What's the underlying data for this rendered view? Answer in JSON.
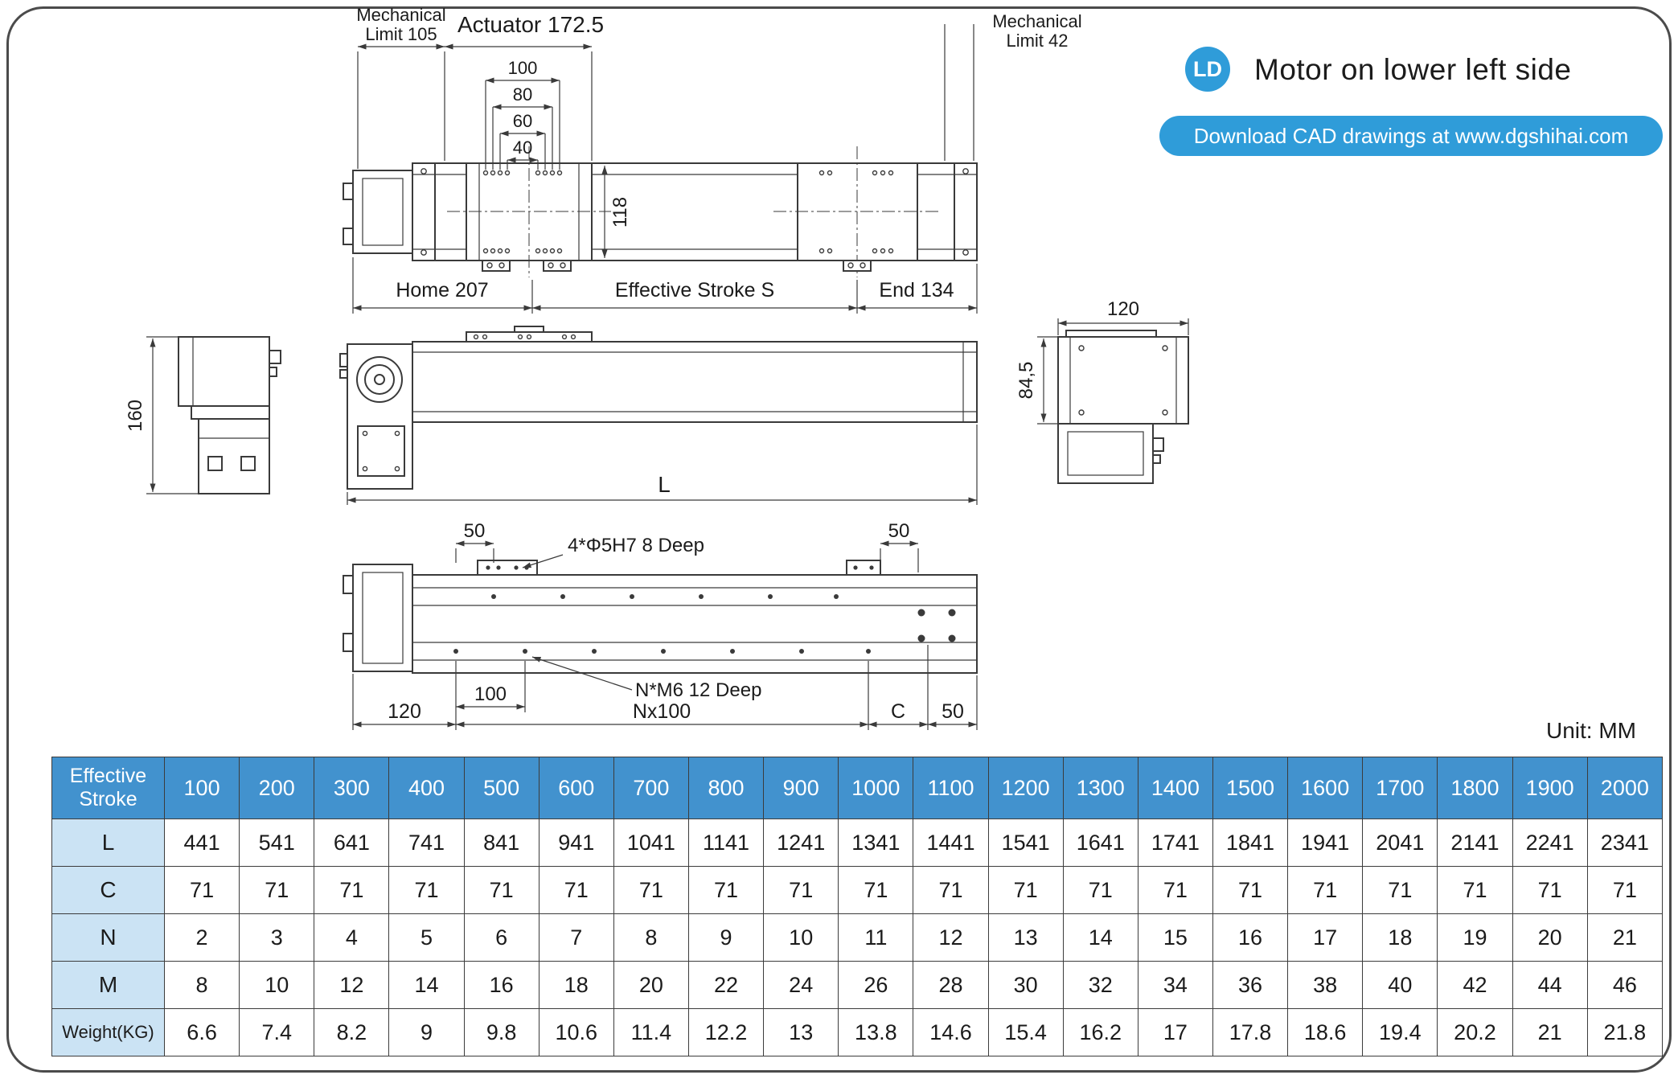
{
  "colors": {
    "accent": "#2F9CD9",
    "table_header": "#4292CE",
    "table_label_bg": "#CBE3F4",
    "line": "#3A3A3A"
  },
  "header": {
    "badge": "LD",
    "title": "Motor on lower left side",
    "download_text": "Download CAD drawings at www.dgshihai.com"
  },
  "unit_label": "Unit: MM",
  "drawings": {
    "top": {
      "mech105_l1": "Mechanical",
      "mech105_l2": "Limit 105",
      "actuator": "Actuator 172.5",
      "d100": "100",
      "d80": "80",
      "d60": "60",
      "d40": "40",
      "d118": "118",
      "mech42_l1": "Mechanical",
      "mech42_l2": "Limit 42",
      "home": "Home 207",
      "stroke": "Effective Stroke S",
      "end": "End 134"
    },
    "left": {
      "d160": "160"
    },
    "front": {
      "dL": "L"
    },
    "right": {
      "d120": "120",
      "d845": "84,5"
    },
    "bottom": {
      "d50l": "50",
      "d50r": "50",
      "note_top": "4*Φ5H7 8 Deep",
      "d100": "100",
      "note_bottom": "N*M6 12 Deep",
      "d120": "120",
      "nx100": "Nx100",
      "dC": "C",
      "d50b": "50"
    }
  },
  "table": {
    "header_label": "Effective Stroke",
    "strokes": [
      100,
      200,
      300,
      400,
      500,
      600,
      700,
      800,
      900,
      1000,
      1100,
      1200,
      1300,
      1400,
      1500,
      1600,
      1700,
      1800,
      1900,
      2000
    ],
    "rows": [
      {
        "label": "L",
        "values": [
          441,
          541,
          641,
          741,
          841,
          941,
          1041,
          1141,
          1241,
          1341,
          1441,
          1541,
          1641,
          1741,
          1841,
          1941,
          2041,
          2141,
          2241,
          2341
        ]
      },
      {
        "label": "C",
        "values": [
          71,
          71,
          71,
          71,
          71,
          71,
          71,
          71,
          71,
          71,
          71,
          71,
          71,
          71,
          71,
          71,
          71,
          71,
          71,
          71
        ]
      },
      {
        "label": "N",
        "values": [
          2,
          3,
          4,
          5,
          6,
          7,
          8,
          9,
          10,
          11,
          12,
          13,
          14,
          15,
          16,
          17,
          18,
          19,
          20,
          21
        ]
      },
      {
        "label": "M",
        "values": [
          8,
          10,
          12,
          14,
          16,
          18,
          20,
          22,
          24,
          26,
          28,
          30,
          32,
          34,
          36,
          38,
          40,
          42,
          44,
          46
        ]
      },
      {
        "label": "Weight(KG)",
        "values": [
          6.6,
          7.4,
          8.2,
          9,
          9.8,
          10.6,
          11.4,
          12.2,
          13,
          13.8,
          14.6,
          15.4,
          16.2,
          17,
          17.8,
          18.6,
          19.4,
          20.2,
          21,
          21.8
        ]
      }
    ]
  }
}
